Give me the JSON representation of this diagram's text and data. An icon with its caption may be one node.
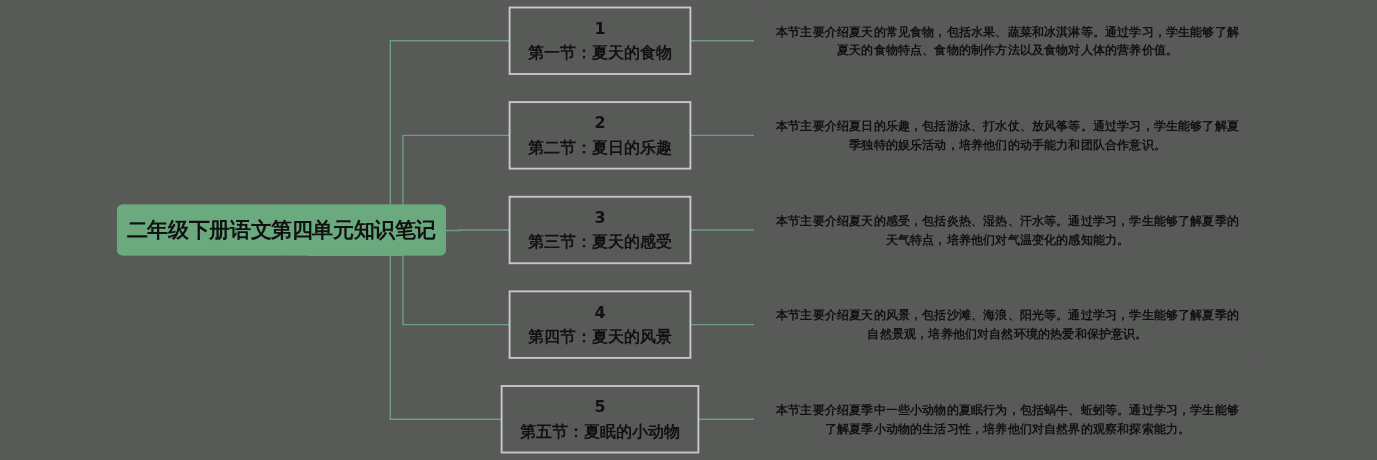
{
  "diagram": {
    "nodes": [
      {
        "text": [
          "二年级下册语文第四单元知识笔记"
        ]
      },
      {
        "text": [
          "1",
          "第一节：夏天的食物"
        ]
      },
      {
        "text": [
          "本节主要介绍夏天的常见食物，包括水果、蔬菜和冰淇淋等。通过学习，学生能够了解夏天的食物特点、食物的制作方法以及食物对人体的营养价值。"
        ]
      },
      {
        "text": [
          "2",
          "第二节：夏日的乐趣"
        ]
      },
      {
        "text": [
          "本节主要介绍夏日的乐趣，包括游泳、打水仗、放风筝等。通过学习，学生能够了解夏季独特的娱乐活动，培养他们的动手能力和团队合作意识。"
        ]
      },
      {
        "text": [
          "3",
          "第三节：夏天的感受"
        ]
      },
      {
        "text": [
          "本节主要介绍夏天的感受，包括炎热、湿热、汗水等。通过学习，学生能够了解夏季的天气特点，培养他们对气温变化的感知能力。"
        ]
      },
      {
        "text": [
          "4",
          "第四节：夏天的风景"
        ]
      },
      {
        "text": [
          "本节主要介绍夏天的风景，包括沙滩、海浪、阳光等。通过学习，学生能够了解夏季的自然景观，培养他们对自然环境的热爱和保护意识。"
        ]
      },
      {
        "text": [
          "5",
          "第五节：夏眠的小动物"
        ]
      },
      {
        "text": [
          "本节主要介绍夏季中一些小动物的夏眠行为，包括蜗牛、蚯蚓等。通过学习，学生能够了解夏季小动物的生活习性，培养他们对自然界的观察和探索能力。"
        ]
      }
    ],
    "edges": [
      {
        "from": 0,
        "to": 1,
        "arrow": "none"
      },
      {
        "from": 1,
        "to": 2,
        "arrow": "none"
      },
      {
        "from": 0,
        "to": 3,
        "arrow": "none"
      },
      {
        "from": 3,
        "to": 4,
        "arrow": "none"
      },
      {
        "from": 0,
        "to": 5,
        "arrow": "none"
      },
      {
        "from": 5,
        "to": 6,
        "arrow": "none"
      },
      {
        "from": 0,
        "to": 7,
        "arrow": "none"
      },
      {
        "from": 7,
        "to": 8,
        "arrow": "none"
      },
      {
        "from": 0,
        "to": 9,
        "arrow": "none"
      },
      {
        "from": 9,
        "to": 10,
        "arrow": "none"
      }
    ]
  }
}
